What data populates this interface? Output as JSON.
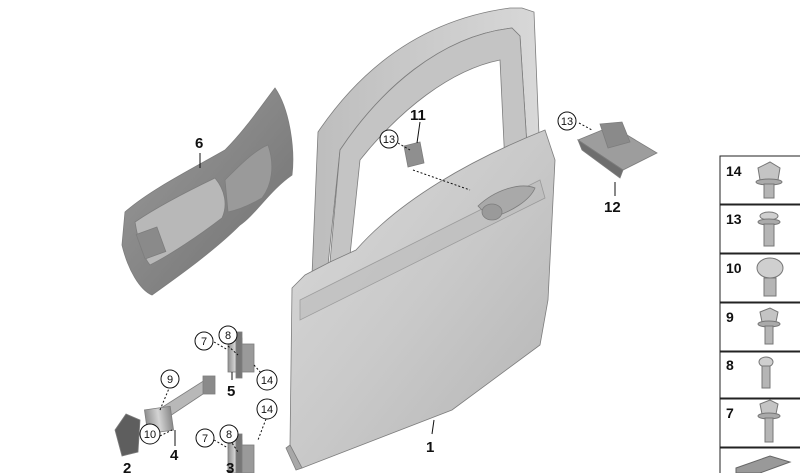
{
  "callouts": {
    "door": "1",
    "part2": "2",
    "hinge_lower": "3",
    "check_strap": "4",
    "hinge_upper": "5",
    "door_seal": "6",
    "buffer": "11",
    "stop_block": "12",
    "circle_13_left": "13",
    "circle_13_right": "13",
    "circle_7_upper": "7",
    "circle_8_upper": "8",
    "circle_14_upper": "14",
    "circle_9": "9",
    "circle_10": "10",
    "circle_7_lower": "7",
    "circle_8_lower": "8",
    "circle_14_lower": "14"
  },
  "fastener_panel": [
    {
      "number": "14",
      "icon": "flange-bolt-icon"
    },
    {
      "number": "13",
      "icon": "collar-bolt-icon"
    },
    {
      "number": "10",
      "icon": "round-head-screw-icon"
    },
    {
      "number": "9",
      "icon": "washer-bolt-icon"
    },
    {
      "number": "8",
      "icon": "torx-bolt-icon"
    },
    {
      "number": "7",
      "icon": "hex-bolt-icon"
    }
  ]
}
